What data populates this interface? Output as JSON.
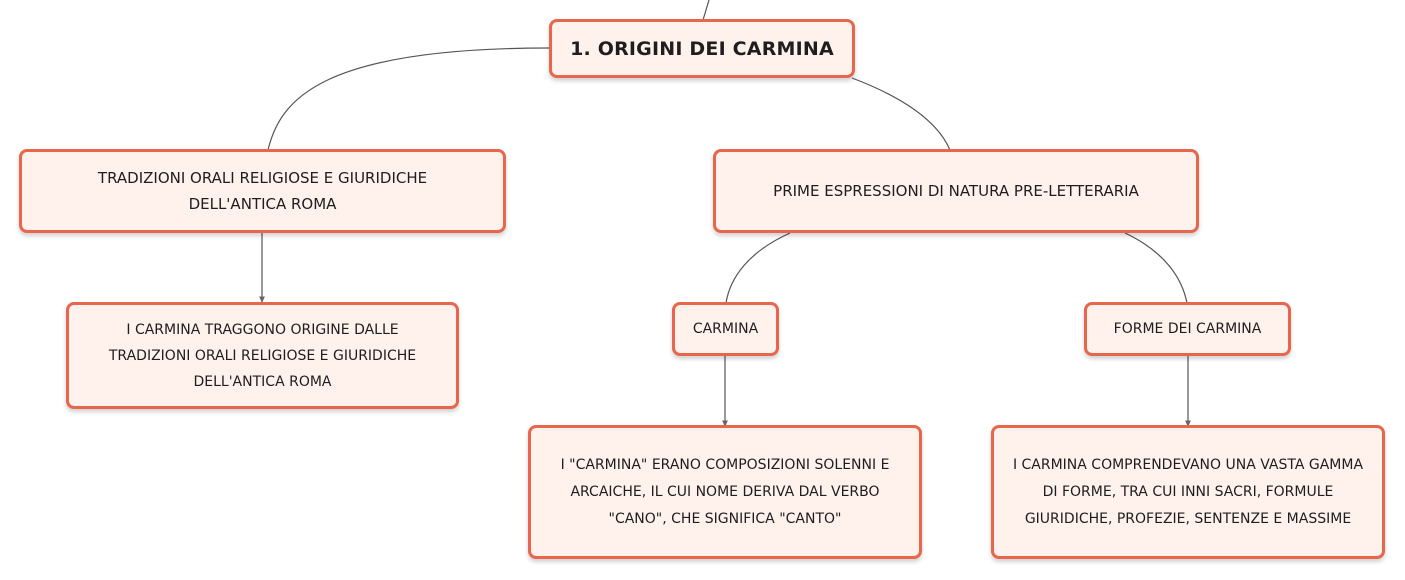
{
  "map": {
    "root": {
      "label": "1. ORIGINI DEI CARMINA"
    },
    "branch_left": {
      "label": "TRADIZIONI ORALI RELIGIOSE E GIURIDICHE DELL'ANTICA ROMA"
    },
    "leaf_left": {
      "label": "I CARMINA TRAGGONO ORIGINE DALLE TRADIZIONI ORALI RELIGIOSE E GIURIDICHE DELL'ANTICA ROMA"
    },
    "branch_right": {
      "label": "PRIME ESPRESSIONI DI NATURA PRE-LETTERARIA"
    },
    "sub_carmina": {
      "label": "CARMINA"
    },
    "leaf_carmina": {
      "label": "I \"CARMINA\" ERANO COMPOSIZIONI SOLENNI E ARCAICHE, IL CUI NOME DERIVA DAL VERBO \"CANO\", CHE SIGNIFICA \"CANTO\""
    },
    "sub_forme": {
      "label": "FORME DEI CARMINA"
    },
    "leaf_forme": {
      "label": "I CARMINA COMPRENDEVANO UNA VASTA GAMMA DI FORME, TRA CUI INNI SACRI, FORMULE GIURIDICHE, PROFEZIE, SENTENZE E MASSIME"
    }
  },
  "colors": {
    "node_border": "#e8664b",
    "node_fill": "#fff1ec",
    "connector": "#555555"
  }
}
